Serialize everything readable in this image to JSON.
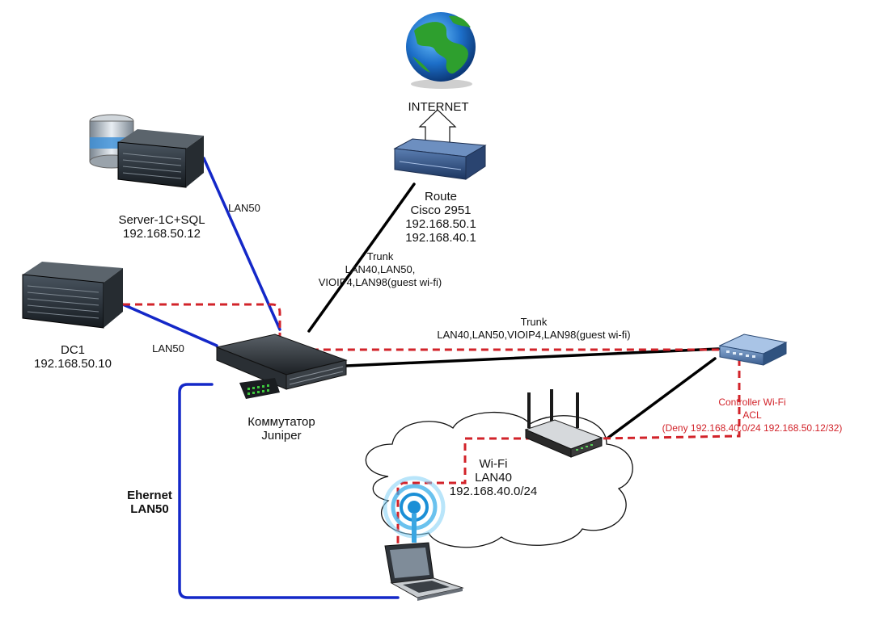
{
  "internet": {
    "label": "INTERNET"
  },
  "router": {
    "lines": [
      "Route",
      "Cisco 2951",
      "192.168.50.1",
      "192.168.40.1"
    ]
  },
  "server": {
    "lines": [
      "Server-1C+SQL",
      "192.168.50.12"
    ]
  },
  "dc": {
    "lines": [
      "DC1",
      "192.168.50.10"
    ]
  },
  "switch_juniper": {
    "lines": [
      "Коммутатор",
      "Juniper"
    ]
  },
  "wifi": {
    "lines": [
      "Wi-Fi",
      "LAN40",
      "192.168.40.0/24"
    ]
  },
  "links": {
    "server_lan": "LAN50",
    "dc_lan": "LAN50",
    "trunk_router": [
      "Trunk",
      "LAN40,LAN50,",
      "VIOIP4,LAN98(guest wi-fi)"
    ],
    "trunk_switch": [
      "Trunk",
      "LAN40,LAN50,VIOIP4,LAN98(guest wi-fi)"
    ],
    "ethernet": [
      "Ehernet",
      "LAN50"
    ]
  },
  "controller": {
    "lines": [
      "Controller Wi-Fi",
      "ACL",
      "(Deny 192.168.40.0/24 192.168.50.12/32)"
    ]
  },
  "colors": {
    "lan": "#1428c8",
    "trunk": "#000000",
    "acl": "#d2232a"
  }
}
